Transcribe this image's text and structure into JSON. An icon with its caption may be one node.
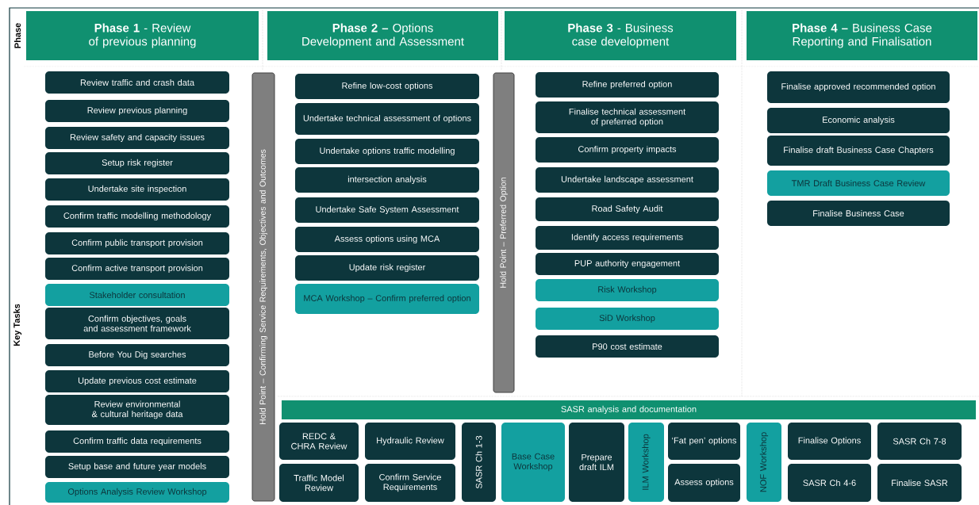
{
  "diagram": {
    "nodes": [
      {
        "text": [
          "**Phase 1** - Review of previous planning"
        ]
      },
      {
        "text": [
          "**Phase 2 –** Options Development and Assessment"
        ]
      },
      {
        "text": [
          "**Phase 3** - Business case development"
        ]
      },
      {
        "text": [
          "**Phase 4 –** Business Case Reporting and Finalisation"
        ]
      },
      {
        "text": [
          "Review traffic and crash data"
        ]
      },
      {
        "text": [
          "Review previous planning"
        ]
      },
      {
        "text": [
          "Review safety and capacity issues"
        ]
      },
      {
        "text": [
          "Setup risk register"
        ]
      },
      {
        "text": [
          "Undertake site inspection"
        ]
      },
      {
        "text": [
          "Confirm traffic modelling methodology"
        ]
      },
      {
        "text": [
          "Confirm public transport provision"
        ]
      },
      {
        "text": [
          "Confirm active transport provision"
        ]
      },
      {
        "text": [
          "Stakeholder consultation"
        ]
      },
      {
        "text": [
          "Confirm objectives, goals and assessment framework"
        ]
      },
      {
        "text": [
          "Before You Dig searches"
        ]
      },
      {
        "text": [
          "Update previous cost estimate"
        ]
      },
      {
        "text": [
          "Review environmental & cultural heritage data"
        ]
      },
      {
        "text": [
          "Confirm traffic data requirements"
        ]
      },
      {
        "text": [
          "Setup base and future year models"
        ]
      },
      {
        "text": [
          "Options Analysis Review Workshop"
        ]
      },
      {
        "text": [
          "Hold Point – Confirming Service Requirements, Objectives and Outcomes"
        ]
      },
      {
        "text": [
          "Refine low-cost options"
        ]
      },
      {
        "text": [
          "Undertake technical assessment of options"
        ]
      },
      {
        "text": [
          "Undertake options traffic modelling"
        ]
      },
      {
        "text": [
          "intersection analysis"
        ]
      },
      {
        "text": [
          "Undertake Safe System Assessment"
        ]
      },
      {
        "text": [
          "Assess options using MCA"
        ]
      },
      {
        "text": [
          "Update risk register"
        ]
      },
      {
        "text": [
          "MCA Workshop – Confirm preferred option"
        ]
      },
      {
        "text": [
          "Hold Point – Preferred Option"
        ]
      },
      {
        "text": [
          "Refine preferred option"
        ]
      },
      {
        "text": [
          "Finalise technical assessment of preferred option"
        ]
      },
      {
        "text": [
          "Confirm property impacts"
        ]
      },
      {
        "text": [
          "Undertake landscape assessment"
        ]
      },
      {
        "text": [
          "Road Safety Audit"
        ]
      },
      {
        "text": [
          "Identify access requirements"
        ]
      },
      {
        "text": [
          "PUP authority engagement"
        ]
      },
      {
        "text": [
          "Risk Workshop"
        ]
      },
      {
        "text": [
          "SiD Workshop"
        ]
      },
      {
        "text": [
          "P90 cost estimate"
        ]
      },
      {
        "text": [
          "Finalise approved recommended option"
        ]
      },
      {
        "text": [
          "Economic analysis"
        ]
      },
      {
        "text": [
          "Finalise draft Business Case Chapters"
        ]
      },
      {
        "text": [
          "TMR Draft Business Case Review"
        ]
      },
      {
        "text": [
          "Finalise Business Case"
        ]
      },
      {
        "text": [
          "SASR analysis and documentation"
        ]
      },
      {
        "text": [
          "REDC & CHRA Review"
        ]
      },
      {
        "text": [
          "Traffic Model Review"
        ]
      },
      {
        "text": [
          "Hydraulic Review"
        ]
      },
      {
        "text": [
          "Confirm Service Requirements"
        ]
      },
      {
        "text": [
          "SASR Ch 1-3"
        ]
      },
      {
        "text": [
          "Base Case Workshop"
        ]
      },
      {
        "text": [
          "Prepare draft ILM"
        ]
      },
      {
        "text": [
          "ILM Workshop"
        ]
      },
      {
        "text": [
          "‘Fat pen’ options"
        ]
      },
      {
        "text": [
          "Assess options"
        ]
      },
      {
        "text": [
          "NOF Workshop"
        ]
      },
      {
        "text": [
          "Finalise Options"
        ]
      },
      {
        "text": [
          "SASR Ch 4-6"
        ]
      },
      {
        "text": [
          "SASR Ch 7-8"
        ]
      },
      {
        "text": [
          "Finalise SASR"
        ]
      }
    ],
    "labels": [
      "Phase",
      "Key Tasks"
    ]
  }
}
